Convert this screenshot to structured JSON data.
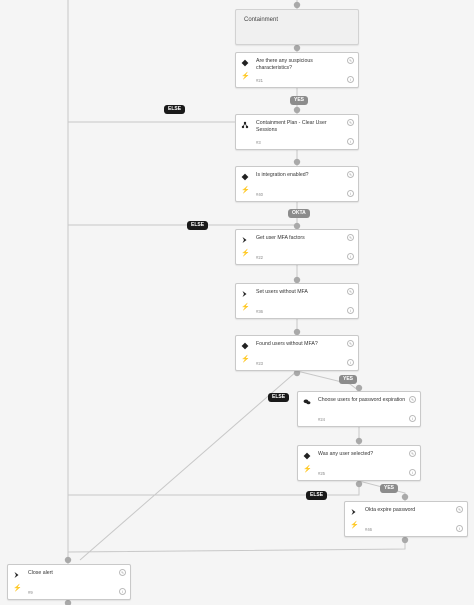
{
  "colors": {
    "line": "#c8c8c8",
    "connector": "#a9a9a9",
    "bolt": "#f5a623",
    "label_yes_bg": "#8c8c8c",
    "label_else_bg": "#1a1a1a"
  },
  "nodes": {
    "containment": {
      "title": "Containment"
    },
    "suspicious": {
      "title": "Are there any suspicious characteristics?",
      "id": "#21",
      "icon": "condition-diamond-icon"
    },
    "clear_sessions": {
      "title": "Containment Plan - Clear User Sessions",
      "id": "#3",
      "icon": "playbook-icon"
    },
    "integration": {
      "title": "Is integration enabled?",
      "id": "#40",
      "icon": "condition-diamond-icon"
    },
    "get_mfa": {
      "title": "Get user MFA factors",
      "id": "#22",
      "icon": "command-chevron-icon"
    },
    "set_users": {
      "title": "Set users without MFA",
      "id": "#36",
      "icon": "command-chevron-icon"
    },
    "found_users": {
      "title": "Found users without MFA?",
      "id": "#23",
      "icon": "condition-diamond-icon"
    },
    "choose_users": {
      "title": "Choose users for password expiration",
      "id": "#24",
      "icon": "chat-icon"
    },
    "any_selected": {
      "title": "Was any user selected?",
      "id": "#25",
      "icon": "condition-diamond-icon"
    },
    "okta_expire": {
      "title": "Okta expire password",
      "id": "#46",
      "icon": "command-chevron-icon"
    },
    "close_alert": {
      "title": "Close alert",
      "id": "#9",
      "icon": "command-chevron-icon"
    }
  },
  "labels": {
    "yes1": "YES",
    "else1": "ELSE",
    "okta": "OKTA",
    "else2": "ELSE",
    "yes2": "YES",
    "else3": "ELSE",
    "yes3": "YES",
    "else4": "ELSE"
  }
}
